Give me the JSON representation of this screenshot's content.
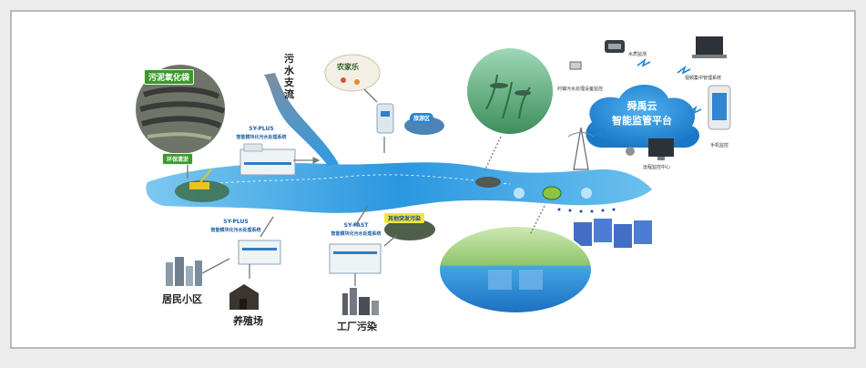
{
  "labels": {
    "sludge_bag": "污泥氧化袋",
    "tributary": "污水支流",
    "farmhouse": "农家乐",
    "tourist_area": "旅游区",
    "dredging": "环保清淤",
    "residential": "居民小区",
    "farm": "养殖场",
    "factory": "工厂污染",
    "other_pollution": "其他突发污染"
  },
  "systems": [
    {
      "name": "SY-PLUS",
      "desc": "智能模块化污水处理系统"
    },
    {
      "name": "SY-PLUS",
      "desc": "智能模块化污水处理系统"
    },
    {
      "name": "SY-FAST",
      "desc": "智能模块化污水处理系统"
    }
  ],
  "cloud": {
    "line1": "舜禹云",
    "line2": "智能监管平台"
  },
  "devices": {
    "water_monitor": "水质监测",
    "village_monitor": "村镇污水处理设备监控",
    "video_center": "视频集中管理系统",
    "phone_monitor": "手机监控",
    "remote_center": "远程监控中心"
  },
  "colors": {
    "river": "#2f9be0",
    "cloud": "#1e86d4",
    "green_badge": "#3a9a2a",
    "blue_text": "#1c5fa8"
  }
}
